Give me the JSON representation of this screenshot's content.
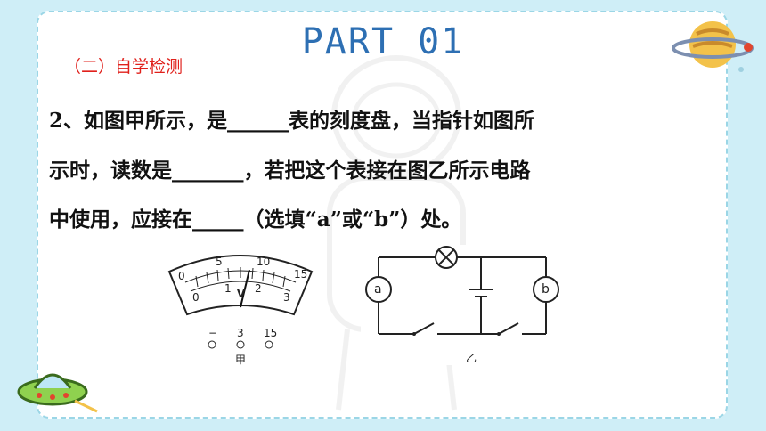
{
  "slide": {
    "title": "PART 01",
    "section": "（二）自学检测",
    "question": {
      "line1": "2、如图甲所示，是______表的刻度盘，当指针如图所",
      "line2": "示时，读数是_______，若把这个表接在图乙所示电路",
      "line3": "中使用，应接在_____（选填“a”或“b”）处。"
    },
    "figure_a": {
      "caption": "甲",
      "scale_top": [
        "0",
        "5",
        "10",
        "15"
      ],
      "scale_bottom": [
        "0",
        "1",
        "2",
        "3"
      ],
      "unit": "V",
      "terminals": [
        "−",
        "3",
        "15"
      ]
    },
    "figure_b": {
      "caption": "乙",
      "meter_a": "a",
      "meter_b": "b"
    }
  },
  "colors": {
    "title": "#2d6fb3",
    "section": "#e0201b",
    "border": "#cfeef7"
  }
}
